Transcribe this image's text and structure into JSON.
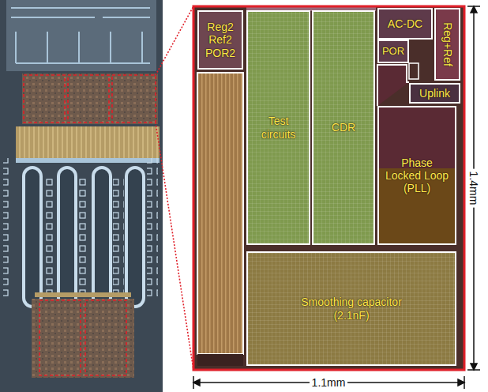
{
  "diagram": {
    "nodes": [
      {
        "text": [
          "Reg2 Ref2 POR2"
        ]
      },
      {
        "text": [
          "Test circuits"
        ]
      },
      {
        "text": [
          "CDR"
        ]
      },
      {
        "text": [
          "AC-DC"
        ]
      },
      {
        "text": [
          "POR"
        ]
      },
      {
        "text": [
          "Reg+Ref"
        ]
      },
      {
        "text": [
          "Uplink"
        ]
      },
      {
        "text": [
          "Phase Locked Loop (PLL)"
        ]
      },
      {
        "text": [
          "Smoothing capacitor (2.1nF)"
        ]
      }
    ],
    "labels": [
      "1.4mm",
      "1.1mm"
    ]
  }
}
